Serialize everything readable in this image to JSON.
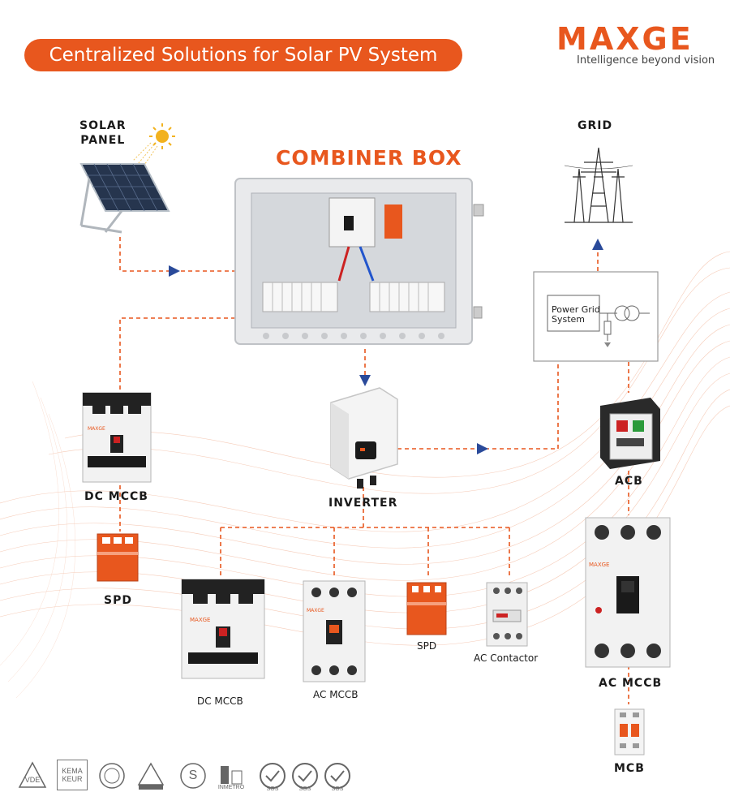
{
  "header": {
    "banner_title": "Centralized Solutions for Solar PV System",
    "brand_name": "MAXGE",
    "tagline": "Intelligence beyond vision"
  },
  "diagram": {
    "solar_panel": [
      "SOLAR",
      "PANEL"
    ],
    "combiner_box": "COMBINER BOX",
    "grid": "GRID",
    "power_grid_system": [
      "Power Grid",
      "System"
    ],
    "inverter": "INVERTER",
    "acb": "ACB",
    "dc_mccb_left": "DC MCCB",
    "spd_left": "SPD",
    "dc_mccb_bottom": "DC MCCB",
    "ac_mccb_bottom": "AC MCCB",
    "spd_bottom": "SPD",
    "ac_contactor": "AC Contactor",
    "ac_mccb_right": "AC MCCB",
    "mcb": "MCB"
  },
  "device_text": {
    "breaker_brand": "MAXGE"
  },
  "certifications": [
    {
      "icon": "vde-mark-icon",
      "text": "VDE"
    },
    {
      "icon": "kema-keur-icon",
      "text": "KEMA KEUR"
    },
    {
      "icon": "ccc-mark-icon",
      "text": ""
    },
    {
      "icon": "tuv-rheinland-icon",
      "text": ""
    },
    {
      "icon": "s-mark-icon",
      "text": "S"
    },
    {
      "icon": "inmetro-icon",
      "text": "INMETRO"
    },
    {
      "icon": "sgs-icon-1",
      "text": "SGS"
    },
    {
      "icon": "sgs-icon-2",
      "text": "SGS"
    },
    {
      "icon": "sgs-icon-3",
      "text": "SGS"
    }
  ],
  "colors": {
    "accent": "#e8571e",
    "connector_line": "#e8571e",
    "arrow": "#2a4a9a"
  }
}
